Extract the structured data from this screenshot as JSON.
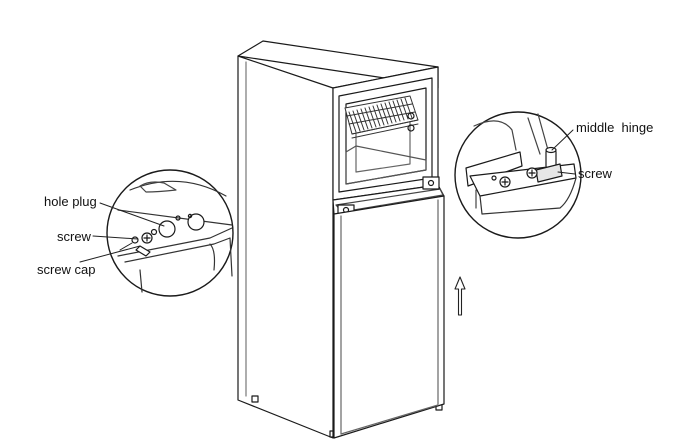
{
  "labels": {
    "hole_plug": "hole plug",
    "screw_left": "screw",
    "screw_cap": "screw cap",
    "middle_hinge": "middle  hinge",
    "screw_right": "screw"
  },
  "colors": {
    "line": "#1a1a1a",
    "light_line": "#555555",
    "fill": "#ffffff",
    "shade": "#e6e6e6"
  },
  "icons": {
    "arrow": "arrow-up-icon"
  }
}
